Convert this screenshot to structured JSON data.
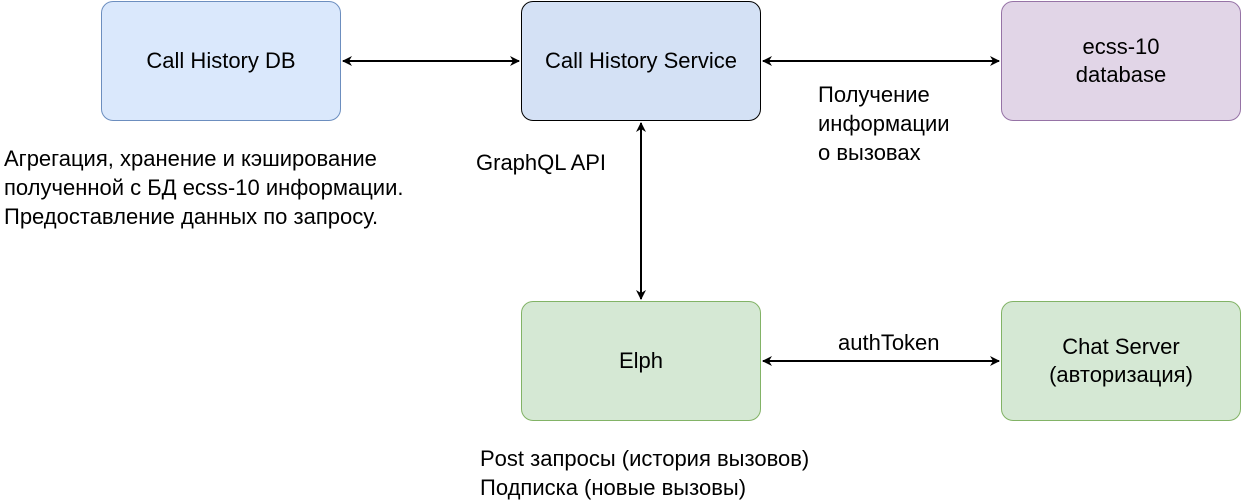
{
  "nodes": {
    "call_history_db": "Call History DB",
    "call_history_service": "Call History Service",
    "ecss_database": "ecss-10\ndatabase",
    "elph": "Elph",
    "chat_server": "Chat Server\n(авторизация)"
  },
  "labels": {
    "aggregation": "Агрегация, хранение и кэширование\nполученной с БД ecss-10 информации.\nПредоставление данных по запросу.",
    "graphql_api": "GraphQL API",
    "call_info": "Получение\nинформации\nо вызовах",
    "auth_token": "authToken",
    "post_requests": "Post запросы (история вызовов)\nПодписка (новые вызовы)"
  },
  "colors": {
    "edge": "#000000",
    "db_fill": "#dae8fc",
    "service_fill": "#d4e1f5",
    "ecss_fill": "#e1d5e7",
    "green_fill": "#d5e8d4"
  }
}
